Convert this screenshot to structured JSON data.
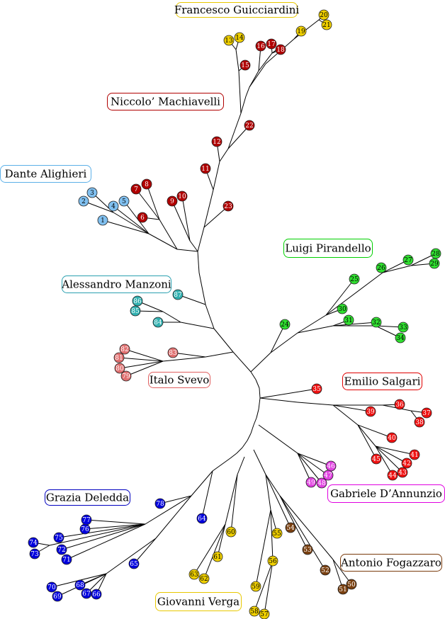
{
  "authors": [
    {
      "id": "guicciardini",
      "name": "Francesco Guicciardini",
      "color": "#e8c800"
    },
    {
      "id": "machiavelli",
      "name": "Niccolo’ Machiavelli",
      "color": "#b00000"
    },
    {
      "id": "dante",
      "name": "Dante Alighieri",
      "color": "#5cb0e8"
    },
    {
      "id": "pirandello",
      "name": "Luigi Pirandello",
      "color": "#00d000"
    },
    {
      "id": "manzoni",
      "name": "Alessandro Manzoni",
      "color": "#2aa0b0"
    },
    {
      "id": "salgari",
      "name": "Emilio Salgari",
      "color": "#e00000"
    },
    {
      "id": "svevo",
      "name": "Italo Svevo",
      "color": "#e06060"
    },
    {
      "id": "dannunzio",
      "name": "Gabriele D’Annunzio",
      "color": "#e000e0"
    },
    {
      "id": "deledda",
      "name": "Grazia Deledda",
      "color": "#0000c0"
    },
    {
      "id": "fogazzaro",
      "name": "Antonio Fogazzaro",
      "color": "#7a3b0c"
    },
    {
      "id": "verga",
      "name": "Giovanni Verga",
      "color": "#e8c800"
    }
  ],
  "colors": {
    "guicciardini": "#f0d000",
    "machiavelli": "#b00000",
    "dante": "#80c0f0",
    "pirandello": "#30e030",
    "manzoni": "#30b0b0",
    "salgari": "#ee1010",
    "svevo": "#e07070",
    "dannunzio": "#e040e0",
    "deledda": "#0000dd",
    "fogazzaro": "#7a4010",
    "verga": "#f0d000"
  },
  "nodes": [
    {
      "label": "1",
      "author": "dante"
    },
    {
      "label": "2",
      "author": "dante"
    },
    {
      "label": "3",
      "author": "dante"
    },
    {
      "label": "4",
      "author": "dante"
    },
    {
      "label": "5",
      "author": "dante"
    },
    {
      "label": "6",
      "author": "machiavelli"
    },
    {
      "label": "7",
      "author": "machiavelli"
    },
    {
      "label": "8",
      "author": "machiavelli"
    },
    {
      "label": "9",
      "author": "machiavelli"
    },
    {
      "label": "10",
      "author": "machiavelli"
    },
    {
      "label": "11",
      "author": "machiavelli"
    },
    {
      "label": "12",
      "author": "machiavelli"
    },
    {
      "label": "13",
      "author": "guicciardini"
    },
    {
      "label": "14",
      "author": "guicciardini"
    },
    {
      "label": "15",
      "author": "machiavelli"
    },
    {
      "label": "16",
      "author": "machiavelli"
    },
    {
      "label": "17",
      "author": "machiavelli"
    },
    {
      "label": "18",
      "author": "machiavelli"
    },
    {
      "label": "19",
      "author": "guicciardini"
    },
    {
      "label": "20",
      "author": "guicciardini"
    },
    {
      "label": "21",
      "author": "guicciardini"
    },
    {
      "label": "22",
      "author": "machiavelli"
    },
    {
      "label": "23",
      "author": "machiavelli"
    },
    {
      "label": "24",
      "author": "pirandello"
    },
    {
      "label": "25",
      "author": "pirandello"
    },
    {
      "label": "26",
      "author": "pirandello"
    },
    {
      "label": "27",
      "author": "pirandello"
    },
    {
      "label": "28",
      "author": "pirandello"
    },
    {
      "label": "29",
      "author": "pirandello"
    },
    {
      "label": "30",
      "author": "pirandello"
    },
    {
      "label": "31",
      "author": "pirandello"
    },
    {
      "label": "32",
      "author": "pirandello"
    },
    {
      "label": "33",
      "author": "pirandello"
    },
    {
      "label": "34",
      "author": "pirandello"
    },
    {
      "label": "35",
      "author": "salgari"
    },
    {
      "label": "36",
      "author": "salgari"
    },
    {
      "label": "37",
      "author": "salgari"
    },
    {
      "label": "38",
      "author": "salgari"
    },
    {
      "label": "39",
      "author": "salgari"
    },
    {
      "label": "40",
      "author": "salgari"
    },
    {
      "label": "41",
      "author": "salgari"
    },
    {
      "label": "42",
      "author": "salgari"
    },
    {
      "label": "43",
      "author": "salgari"
    },
    {
      "label": "44",
      "author": "salgari"
    },
    {
      "label": "45",
      "author": "salgari"
    },
    {
      "label": "46",
      "author": "dannunzio"
    },
    {
      "label": "47",
      "author": "dannunzio"
    },
    {
      "label": "48",
      "author": "dannunzio"
    },
    {
      "label": "49",
      "author": "dannunzio"
    },
    {
      "label": "50",
      "author": "fogazzaro"
    },
    {
      "label": "51",
      "author": "fogazzaro"
    },
    {
      "label": "52",
      "author": "fogazzaro"
    },
    {
      "label": "53",
      "author": "fogazzaro"
    },
    {
      "label": "54",
      "author": "fogazzaro"
    },
    {
      "label": "55",
      "author": "verga"
    },
    {
      "label": "56",
      "author": "verga"
    },
    {
      "label": "57",
      "author": "verga"
    },
    {
      "label": "58",
      "author": "verga"
    },
    {
      "label": "59",
      "author": "verga"
    },
    {
      "label": "60",
      "author": "verga"
    },
    {
      "label": "61",
      "author": "verga"
    },
    {
      "label": "62",
      "author": "verga"
    },
    {
      "label": "63",
      "author": "verga"
    },
    {
      "label": "64",
      "author": "deledda"
    },
    {
      "label": "65",
      "author": "deledda"
    },
    {
      "label": "66",
      "author": "deledda"
    },
    {
      "label": "67",
      "author": "deledda"
    },
    {
      "label": "68",
      "author": "deledda"
    },
    {
      "label": "69",
      "author": "deledda"
    },
    {
      "label": "70",
      "author": "deledda"
    },
    {
      "label": "71",
      "author": "deledda"
    },
    {
      "label": "72",
      "author": "deledda"
    },
    {
      "label": "73",
      "author": "deledda"
    },
    {
      "label": "74",
      "author": "deledda"
    },
    {
      "label": "75",
      "author": "deledda"
    },
    {
      "label": "76",
      "author": "deledda"
    },
    {
      "label": "77",
      "author": "deledda"
    },
    {
      "label": "78",
      "author": "deledda"
    },
    {
      "label": "79",
      "author": "svevo"
    },
    {
      "label": "80",
      "author": "svevo"
    },
    {
      "label": "81",
      "author": "svevo"
    },
    {
      "label": "82",
      "author": "svevo"
    },
    {
      "label": "83",
      "author": "svevo"
    },
    {
      "label": "84",
      "author": "manzoni"
    },
    {
      "label": "85",
      "author": "manzoni"
    },
    {
      "label": "86",
      "author": "manzoni"
    },
    {
      "label": "87",
      "author": "manzoni"
    }
  ]
}
